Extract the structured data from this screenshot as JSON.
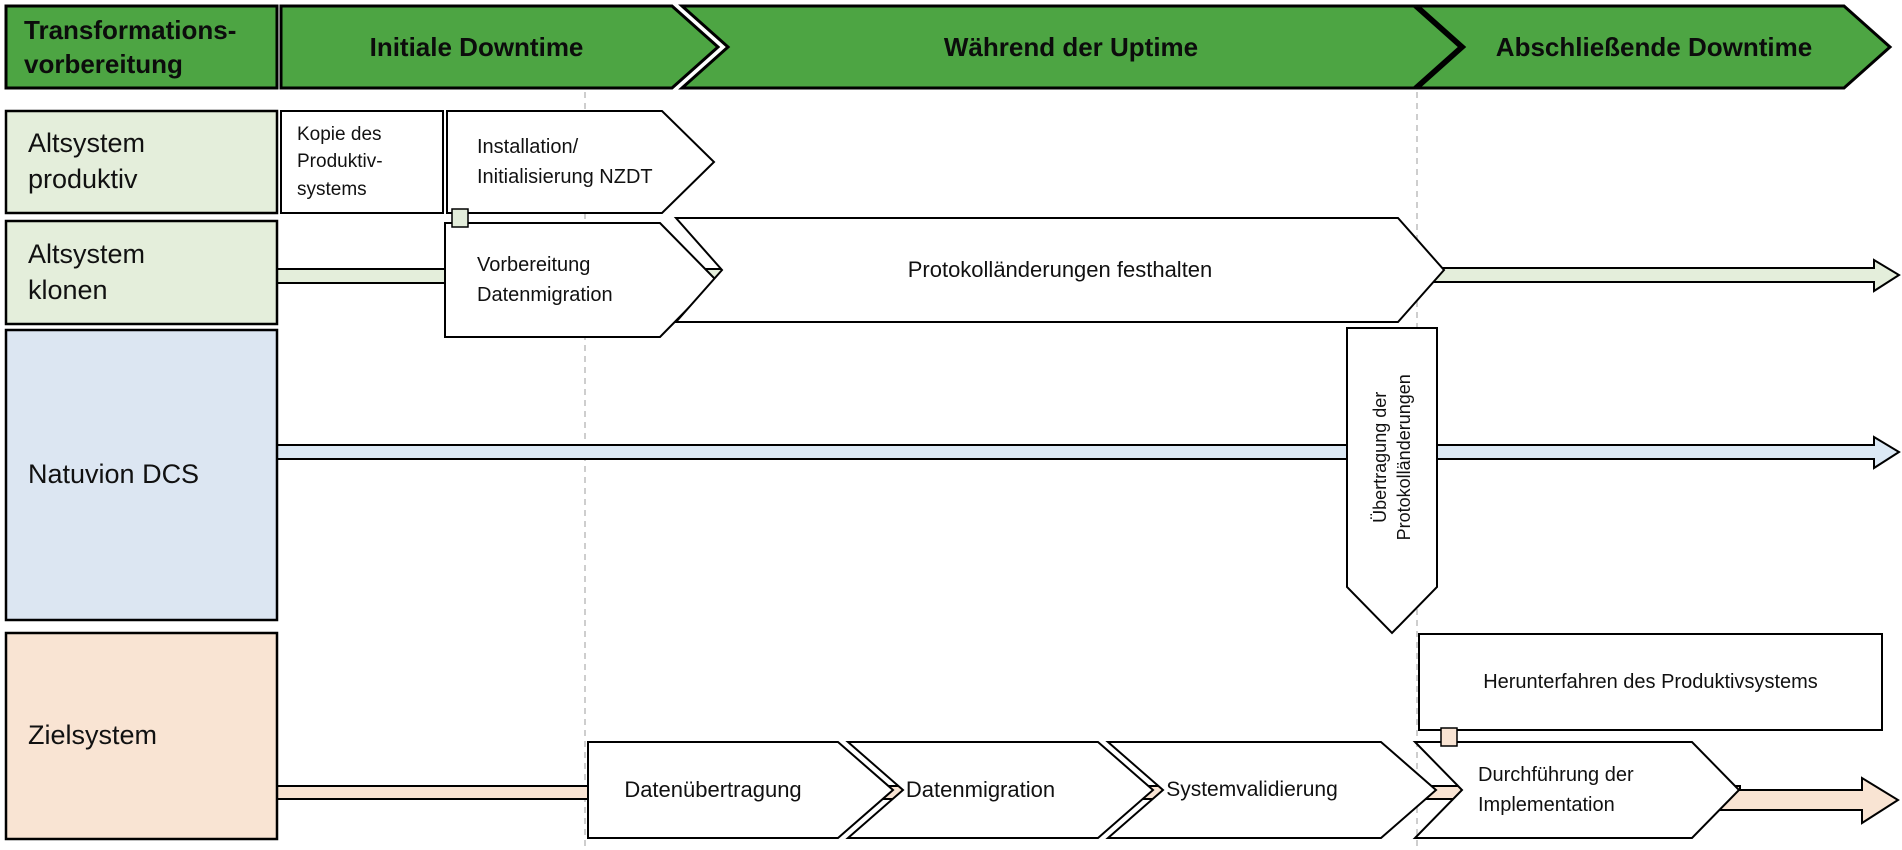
{
  "diagram": {
    "type": "process-timeline",
    "language": "de",
    "topic": "Near Zero Downtime Transformation Ablauf"
  },
  "colors": {
    "phase_green": "#4DA543",
    "light_green": "#E4EEDB",
    "light_blue": "#DCE6F2",
    "light_peach": "#F9E4D3",
    "shape_white": "#FFFFFF",
    "border_black": "#000000",
    "dashed_gray": "#BDBDBD"
  },
  "phases": {
    "prep": "Transformations-\nvorbereitung",
    "initial_downtime": "Initiale Downtime",
    "uptime": "Während der Uptime",
    "final_downtime": "Abschließende Downtime"
  },
  "rows": {
    "altsystem_produktiv": "Altsystem\nproduktiv",
    "altsystem_klonen": "Altsystem\nklonen",
    "natuvion_dcs": "Natuvion DCS",
    "zielsystem": "Zielsystem"
  },
  "steps": {
    "kopie": "Kopie des\nProduktiv-\nsystems",
    "installation": "Installation/\nInitialisierung NZDT",
    "vorbereitung": "Vorbereitung\nDatenmigration",
    "protokoll": "Protokolländerungen festhalten",
    "uebertragung": "Übertragung der\nProtokolländerungen",
    "herunterfahren": "Herunterfahren des Produktivsystems",
    "datenuebertragung": "Datenübertragung",
    "datenmigration": "Datenmigration",
    "systemvalidierung": "Systemvalidierung",
    "durchfuehrung": "Durchführung der\nImplementation"
  }
}
